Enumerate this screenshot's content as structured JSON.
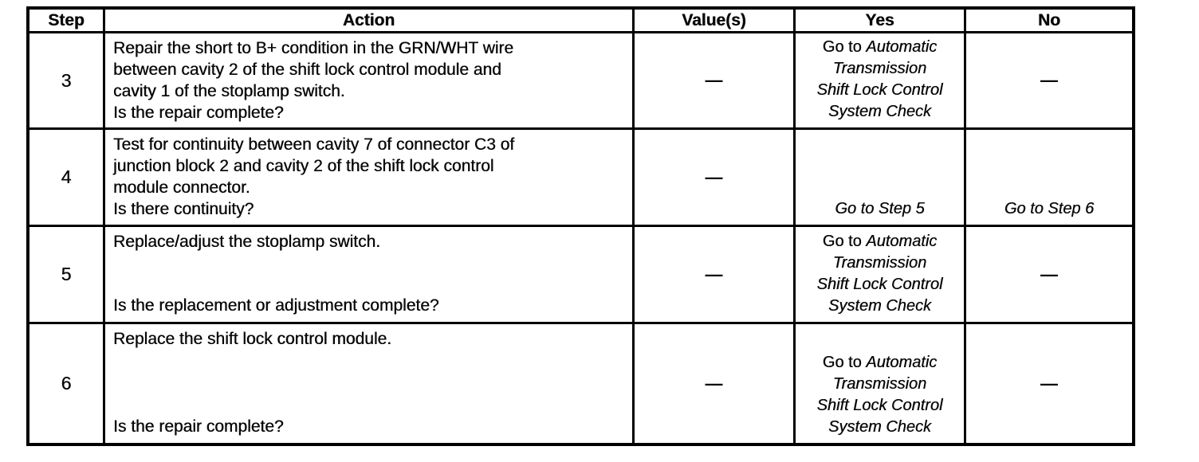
{
  "table": {
    "headers": {
      "step": "Step",
      "action": "Action",
      "values": "Value(s)",
      "yes": "Yes",
      "no": "No"
    },
    "dash": "—",
    "system_check": {
      "roman": "Go to ",
      "italic_lines": [
        "Automatic",
        "Transmission",
        "Shift Lock Control",
        "System Check"
      ]
    },
    "rows": [
      {
        "step": "3",
        "action": {
          "lines": [
            "Repair the short to B+ condition in the GRN/WHT wire",
            "between cavity 2 of the shift lock control module and",
            "cavity 1 of the stoplamp switch."
          ],
          "question": "Is the repair complete?"
        },
        "values": "—",
        "yes": {
          "roman": "Go to ",
          "italic_lines": [
            "Automatic",
            "Transmission",
            "Shift Lock Control",
            "System Check"
          ]
        },
        "no": {
          "dash": "—"
        }
      },
      {
        "step": "4",
        "action": {
          "lines": [
            "Test for continuity between cavity 7 of connector C3 of",
            "junction block 2 and cavity 2 of the shift lock control",
            "module connector."
          ],
          "question": "Is there continuity?"
        },
        "values": "—",
        "yes": {
          "goto": "Go to Step 5"
        },
        "no": {
          "goto": "Go to Step 6"
        }
      },
      {
        "step": "5",
        "action": {
          "lines": [
            "Replace/adjust the stoplamp switch."
          ],
          "question": "Is the replacement or adjustment complete?"
        },
        "values": "—",
        "yes": {
          "roman": "Go to ",
          "italic_lines": [
            "Automatic",
            "Transmission",
            "Shift Lock Control",
            "System Check"
          ]
        },
        "no": {
          "dash": "—"
        }
      },
      {
        "step": "6",
        "action": {
          "lines": [
            "Replace the shift lock control module."
          ],
          "question": "Is the repair complete?"
        },
        "values": "—",
        "yes": {
          "roman": "Go to ",
          "italic_lines": [
            "Automatic",
            "Transmission",
            "Shift Lock Control",
            "System Check"
          ]
        },
        "no": {
          "dash": "—"
        }
      }
    ]
  }
}
